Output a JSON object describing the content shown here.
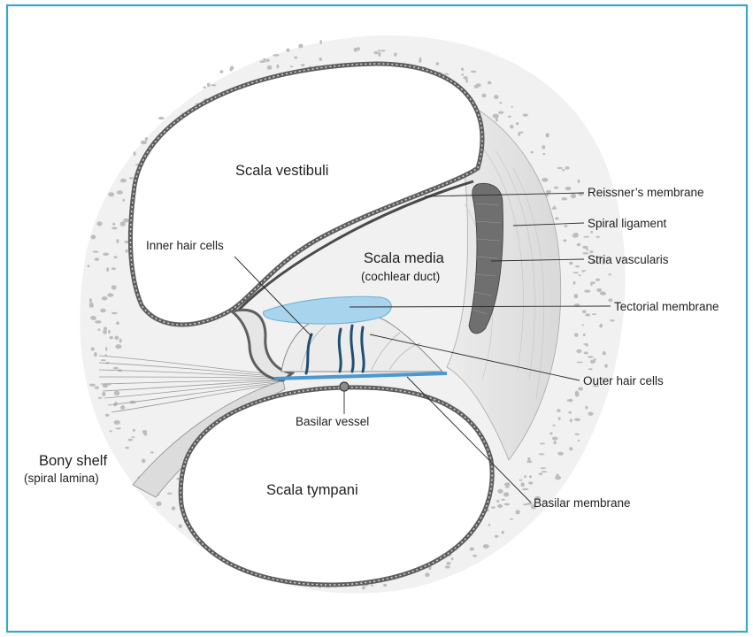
{
  "diagram": {
    "colors": {
      "frame": "#3aa6c9",
      "bone": "#f1f1f1",
      "pore": "#bdbdbd",
      "ligament": "#e3e3e3",
      "wall": "#5e5e5e",
      "tectorial": "#a9d4ee",
      "basilar": "#4a98d0",
      "hair_cell": "#1d4f73"
    },
    "regions": {
      "scala_vestibuli": "Scala vestibuli",
      "scala_media": "Scala media",
      "scala_media_sub": "(cochlear duct)",
      "scala_tympani": "Scala tympani",
      "bony_shelf": "Bony shelf",
      "bony_shelf_sub": "(spiral lamina)"
    },
    "callouts": {
      "reissners_membrane": "Reissner’s membrane",
      "spiral_ligament": "Spiral ligament",
      "stria_vascularis": "Stria vascularis",
      "tectorial_membrane": "Tectorial membrane",
      "outer_hair_cells": "Outer hair cells",
      "basilar_membrane": "Basilar membrane",
      "inner_hair_cells": "Inner hair cells",
      "basilar_vessel": "Basilar vessel"
    }
  }
}
